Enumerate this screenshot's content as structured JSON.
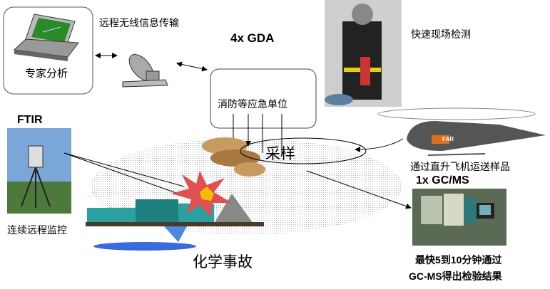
{
  "expert": {
    "label": "专家分析"
  },
  "wireless": {
    "label": "远程无线信息传输"
  },
  "gda": {
    "title": "4x GDA",
    "box_label": "消防等应急单位"
  },
  "field_test": {
    "label": "快速现场检测"
  },
  "ftir": {
    "title": "FTIR",
    "label": "连续远程监控"
  },
  "sampling": {
    "label": "采样"
  },
  "helicopter": {
    "label": "通过直升飞机运送样品",
    "marking": "FAR"
  },
  "gcms": {
    "title": "1x GC/MS",
    "line1": "最快5到10分钟通过",
    "line2": "GC-MS得出检验结果"
  },
  "incident": {
    "label": "化学事故"
  }
}
